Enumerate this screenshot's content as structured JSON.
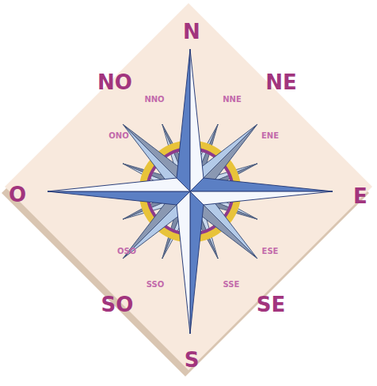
{
  "diagram": {
    "labels": [
      "N",
      "NNE",
      "NE",
      "ENE",
      "E",
      "ESE",
      "SE",
      "SSE",
      "S",
      "SSO",
      "SO",
      "OSO",
      "O",
      "ONO",
      "NO",
      "NNO"
    ]
  }
}
